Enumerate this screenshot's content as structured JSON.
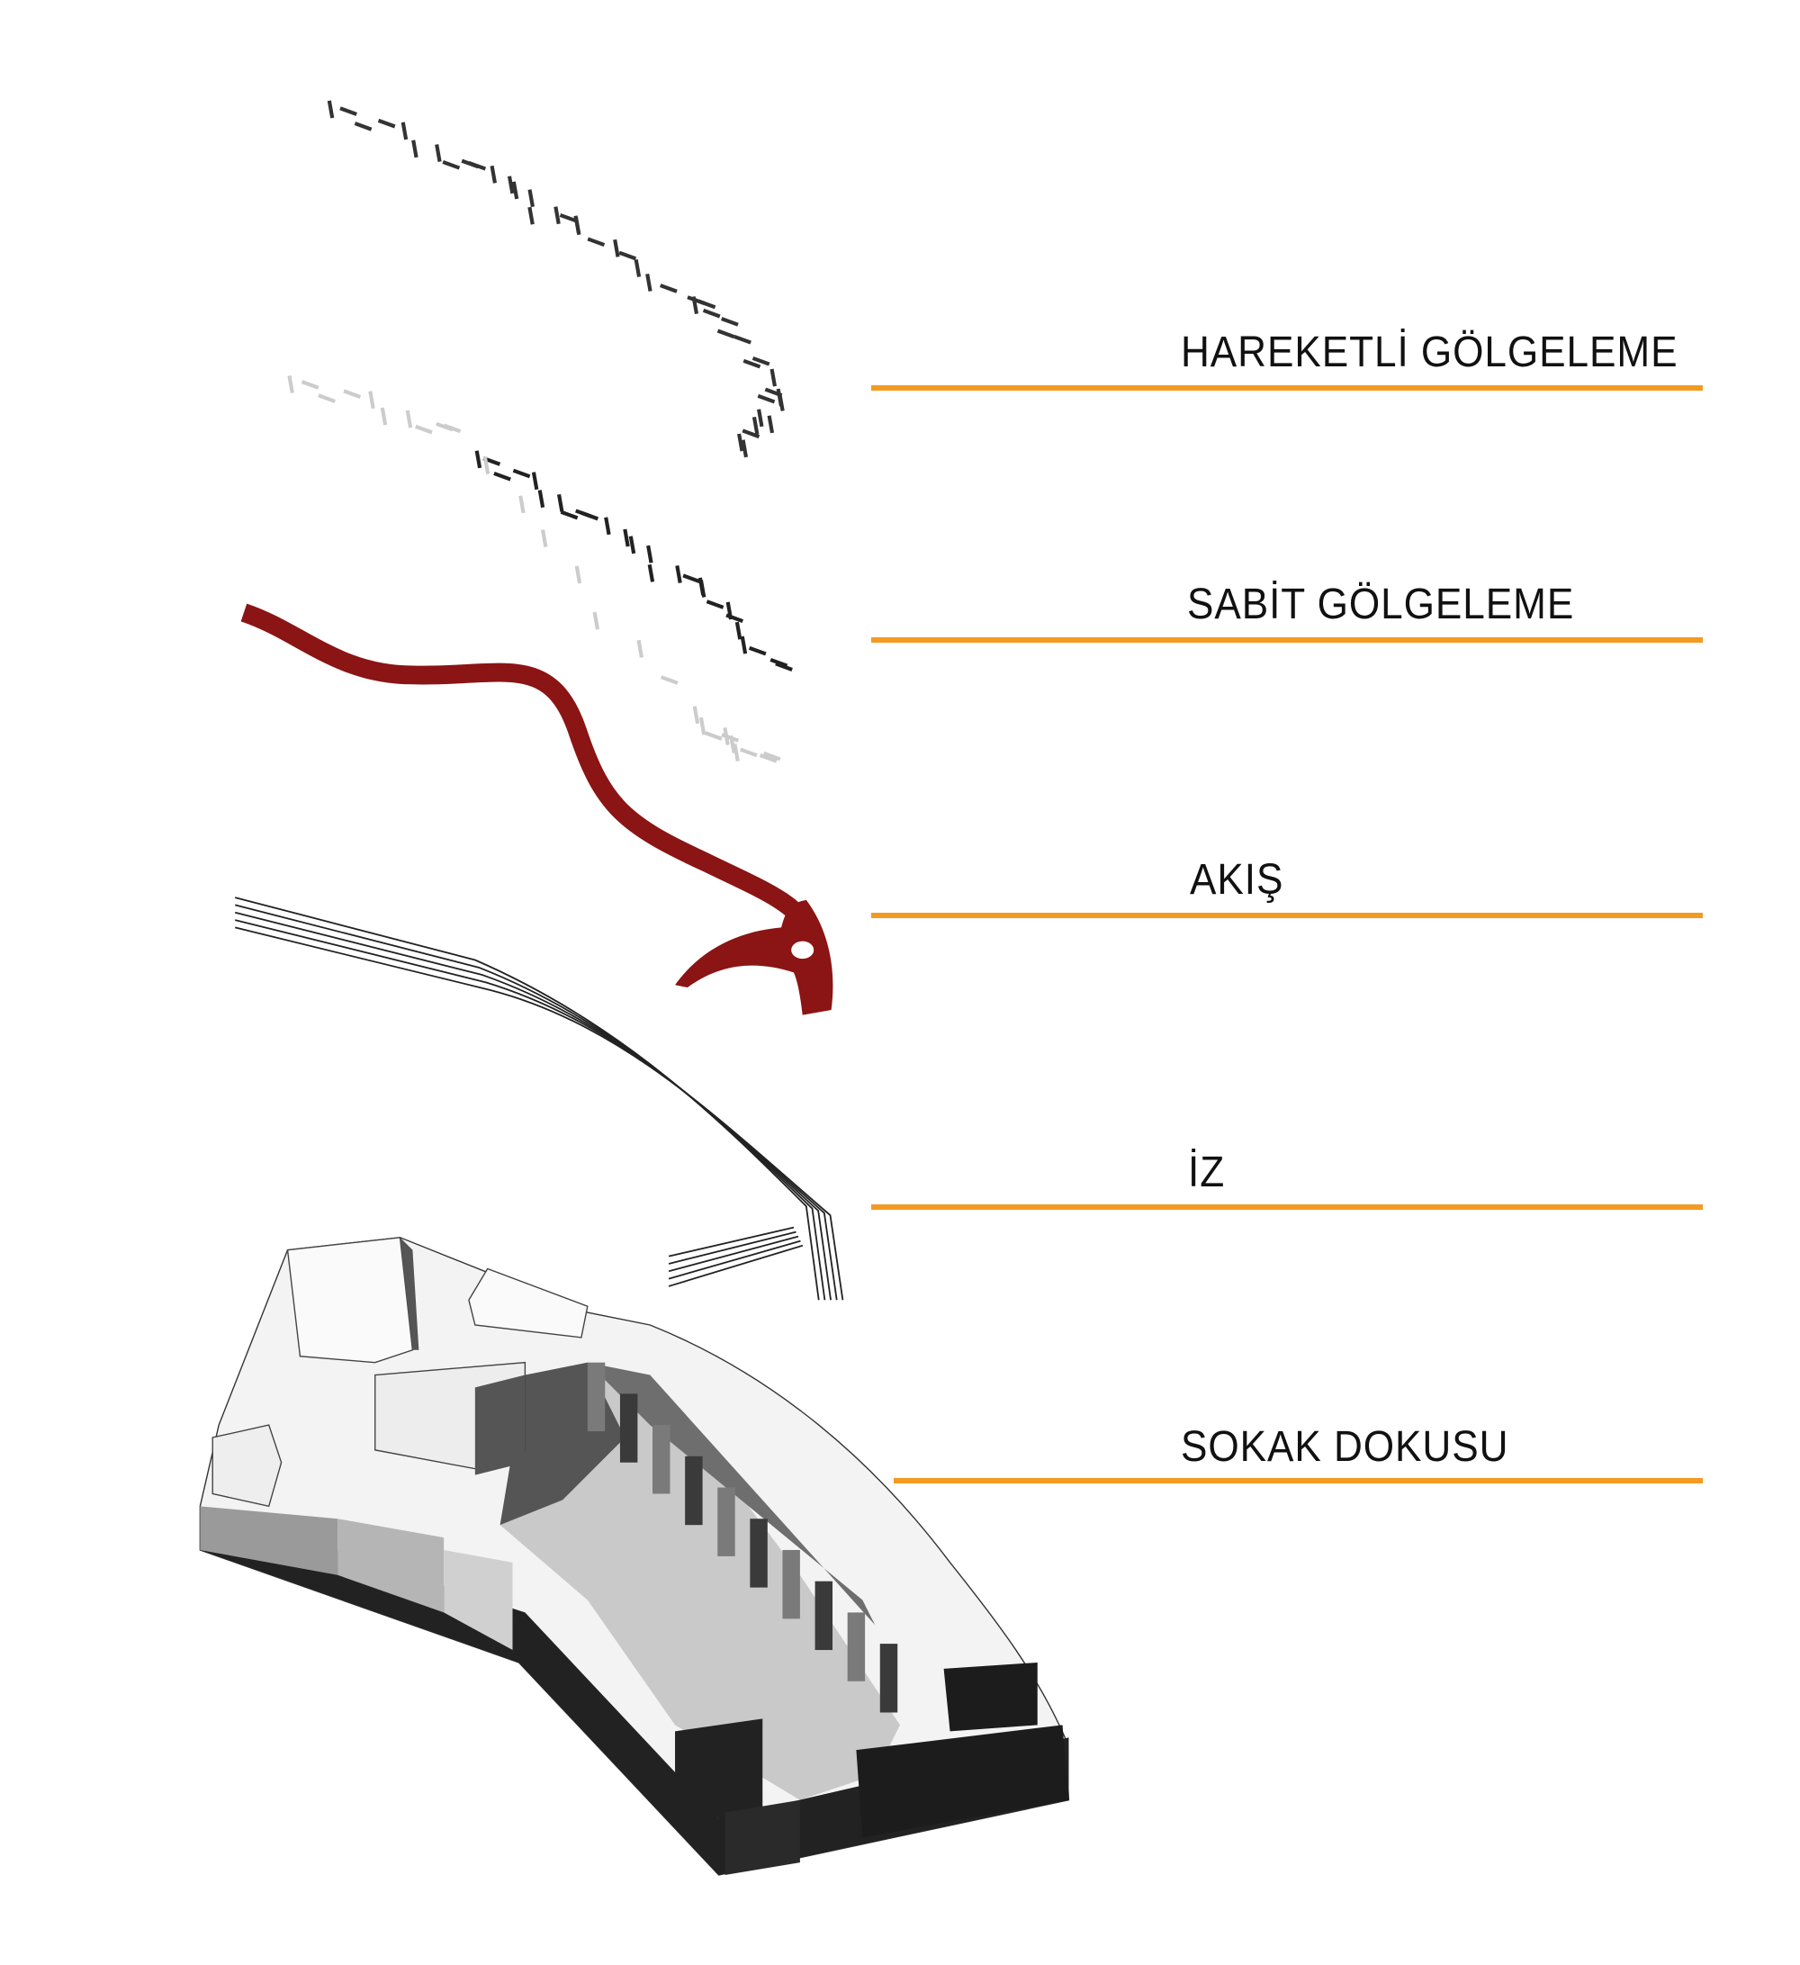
{
  "layers": [
    {
      "label": "HAREKETLİ GÖLGELEME"
    },
    {
      "label": "SABİT GÖLGELEME"
    },
    {
      "label": "AKIŞ"
    },
    {
      "label": "İZ"
    },
    {
      "label": "SOKAK DOKUSU"
    }
  ],
  "colors": {
    "rule": "#f39a22",
    "flow": "#8b1414",
    "text": "#111111"
  }
}
